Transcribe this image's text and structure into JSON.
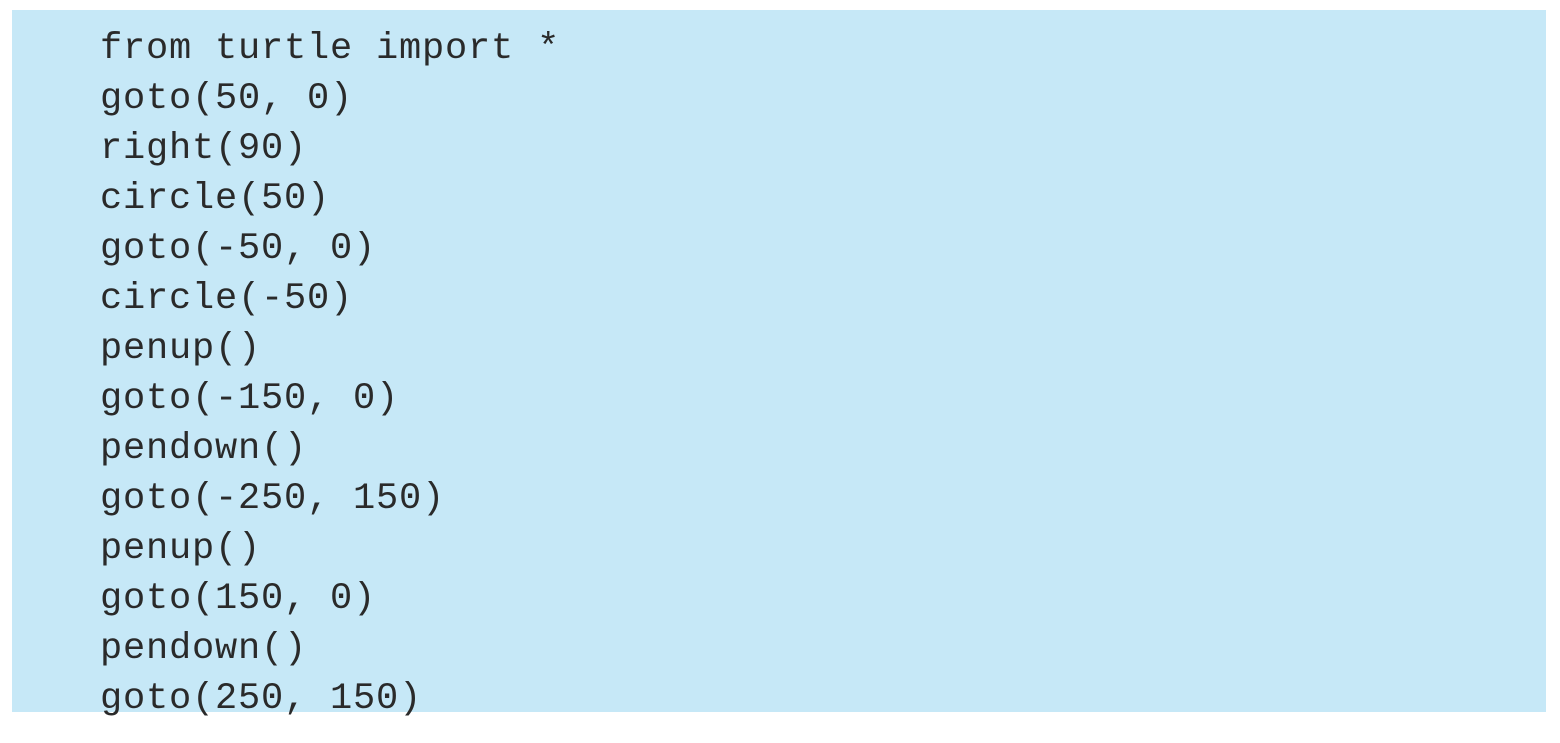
{
  "code": {
    "lines": [
      "from turtle import *",
      "goto(50, 0)",
      "right(90)",
      "circle(50)",
      "goto(-50, 0)",
      "circle(-50)",
      "penup()",
      "goto(-150, 0)",
      "pendown()",
      "goto(-250, 150)",
      "penup()",
      "goto(150, 0)",
      "pendown()",
      "goto(250, 150)"
    ]
  },
  "colors": {
    "panel_background": "#c6e8f7",
    "code_text": "#2a2a2a"
  }
}
